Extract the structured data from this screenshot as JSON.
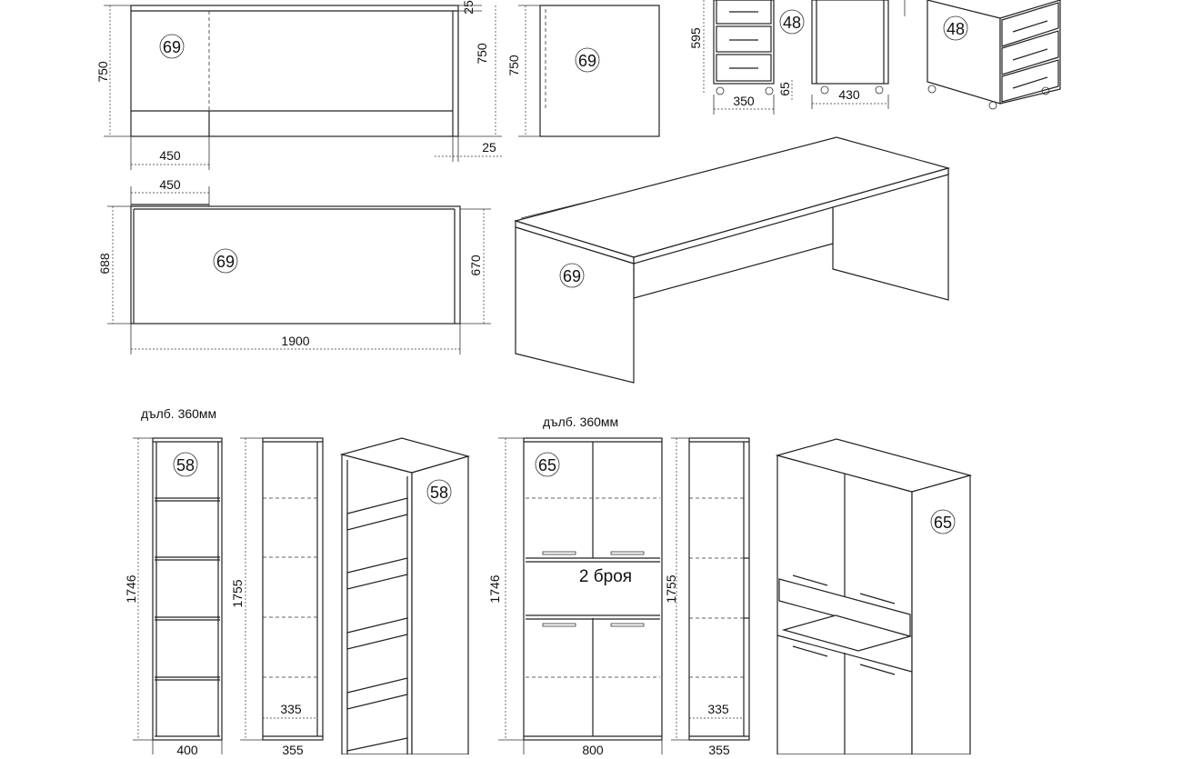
{
  "drawing": {
    "depth_note_left": "дълб. 360мм",
    "depth_note_right": "дълб. 360мм",
    "qty_note": "2 броя"
  },
  "tags": {
    "desk_front": "69",
    "desk_side": "69",
    "desk_top": "69",
    "desk_iso": "69",
    "pedestal_front": "48",
    "pedestal_iso": "48",
    "bookcase_front": "58",
    "bookcase_iso": "58",
    "cabinet_front": "65",
    "cabinet_iso": "65"
  },
  "dims": {
    "desk_front_height": "750",
    "desk_front_leg_width": "450",
    "desk_front_top_thickness": "25",
    "desk_side_height": "750",
    "desk_side_panel": "25",
    "desk_side_height_right": "750",
    "desk_top_width": "450",
    "desk_top_height_left": "688",
    "desk_top_height_right": "670",
    "desk_top_length": "1900",
    "pedestal_height": "595",
    "pedestal_width": "350",
    "pedestal_wheel": "65",
    "pedestal_depth": "430",
    "bookcase_height": "1746",
    "bookcase_width": "400",
    "bookcase_side_height": "1755",
    "bookcase_side_inner": "335",
    "bookcase_side_depth": "355",
    "cabinet_height": "1746",
    "cabinet_width": "800",
    "cabinet_side_height": "1755",
    "cabinet_side_inner": "335",
    "cabinet_side_depth": "355"
  }
}
